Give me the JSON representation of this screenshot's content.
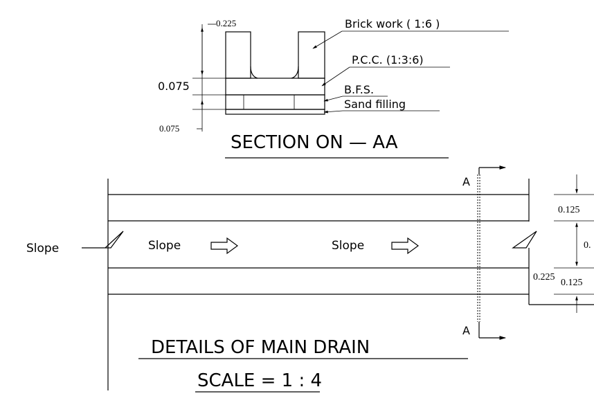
{
  "section": {
    "title": "SECTION ON  —  AA",
    "labels": {
      "brick": "Brick work ( 1:6 )",
      "pcc": "P.C.C. (1:3:6)",
      "bfs": "B.F.S.",
      "sand": "Sand filling"
    },
    "dims": {
      "top": "0.225",
      "middle": "0.075",
      "bottom": "0.075"
    }
  },
  "plan": {
    "title": "DETAILS  OF  MAIN  DRAIN",
    "scale": "SCALE  =  1  :  4",
    "slope_outside": "Slope",
    "slope_1": "Slope",
    "slope_2": "Slope",
    "section_mark_top": "A",
    "section_mark_bottom": "A",
    "dims": {
      "top": "0.125",
      "middle": "0.",
      "left": "0.225",
      "bottom": "0.125"
    }
  }
}
